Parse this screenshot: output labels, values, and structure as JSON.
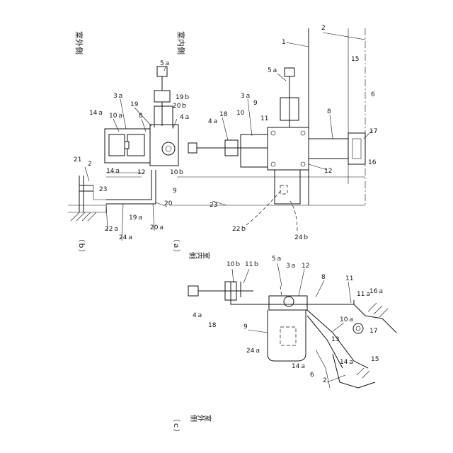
{
  "figure": {
    "views": {
      "a": "（ａ）",
      "b": "（ｂ）",
      "c": "（ｃ）"
    },
    "sides": {
      "outdoor_b": "室外側",
      "indoor_a": "室内側",
      "indoor_c": [
        "室",
        "内",
        "側"
      ],
      "outdoor_c": [
        "室",
        "外",
        "側"
      ]
    },
    "labels": {
      "b": [
        "5ａ",
        "3ａ",
        "19ｂ",
        "19",
        "14ａ",
        "10ａ",
        "8",
        "4ａ",
        "20ｂ",
        "10ｂ",
        "12",
        "14ａ",
        "9",
        "21",
        "2",
        "23",
        "20",
        "22ａ",
        "19ａ",
        "24ａ",
        "20ａ"
      ],
      "a": [
        "2",
        "1",
        "15",
        "6",
        "5ａ",
        "3ａ",
        "18",
        "4ａ",
        "10",
        "9",
        "11",
        "8",
        "17",
        "16",
        "12",
        "23",
        "22ｂ",
        "24ｂ"
      ],
      "c": [
        "10ｂ",
        "11ｂ",
        "5ａ",
        "3ａ",
        "12",
        "8",
        "4ａ",
        "11",
        "11ａ",
        "16ａ",
        "10ａ",
        "17",
        "18",
        "9",
        "13",
        "15",
        "24ａ",
        "14ａ",
        "14ａ",
        "6",
        "2"
      ]
    }
  }
}
